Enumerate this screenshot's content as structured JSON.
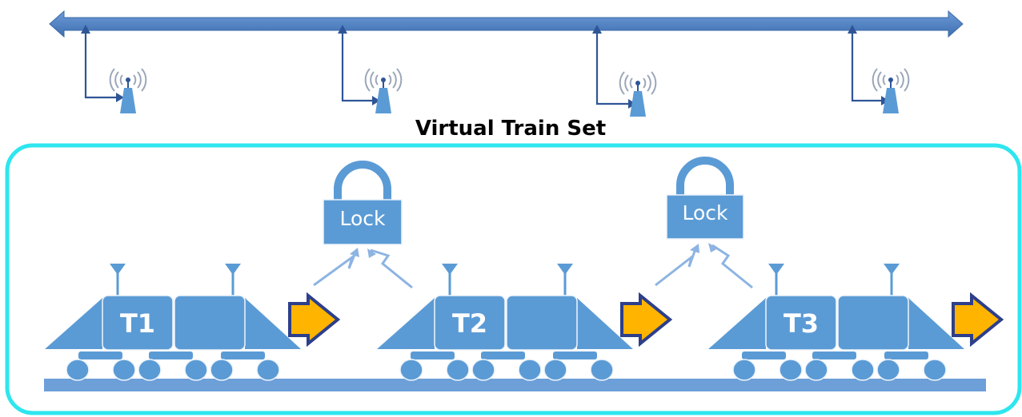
{
  "diagram": {
    "title": "Virtual Train Set",
    "trains": [
      {
        "label": "T1"
      },
      {
        "label": "T2"
      },
      {
        "label": "T3"
      }
    ],
    "locks": [
      {
        "label": "Lock"
      },
      {
        "label": "Lock"
      }
    ],
    "icons": {
      "base_station": "antenna-tower-icon",
      "direction": "right-arrow-icon",
      "lock": "padlock-icon"
    },
    "colors": {
      "train": "#5b9bd5",
      "track": "#4f81bd",
      "frame": "#2ee6ee",
      "arrow_fill": "#ffb400",
      "arrow_outline": "#2d3f8a",
      "connector": "#2f5597"
    }
  }
}
